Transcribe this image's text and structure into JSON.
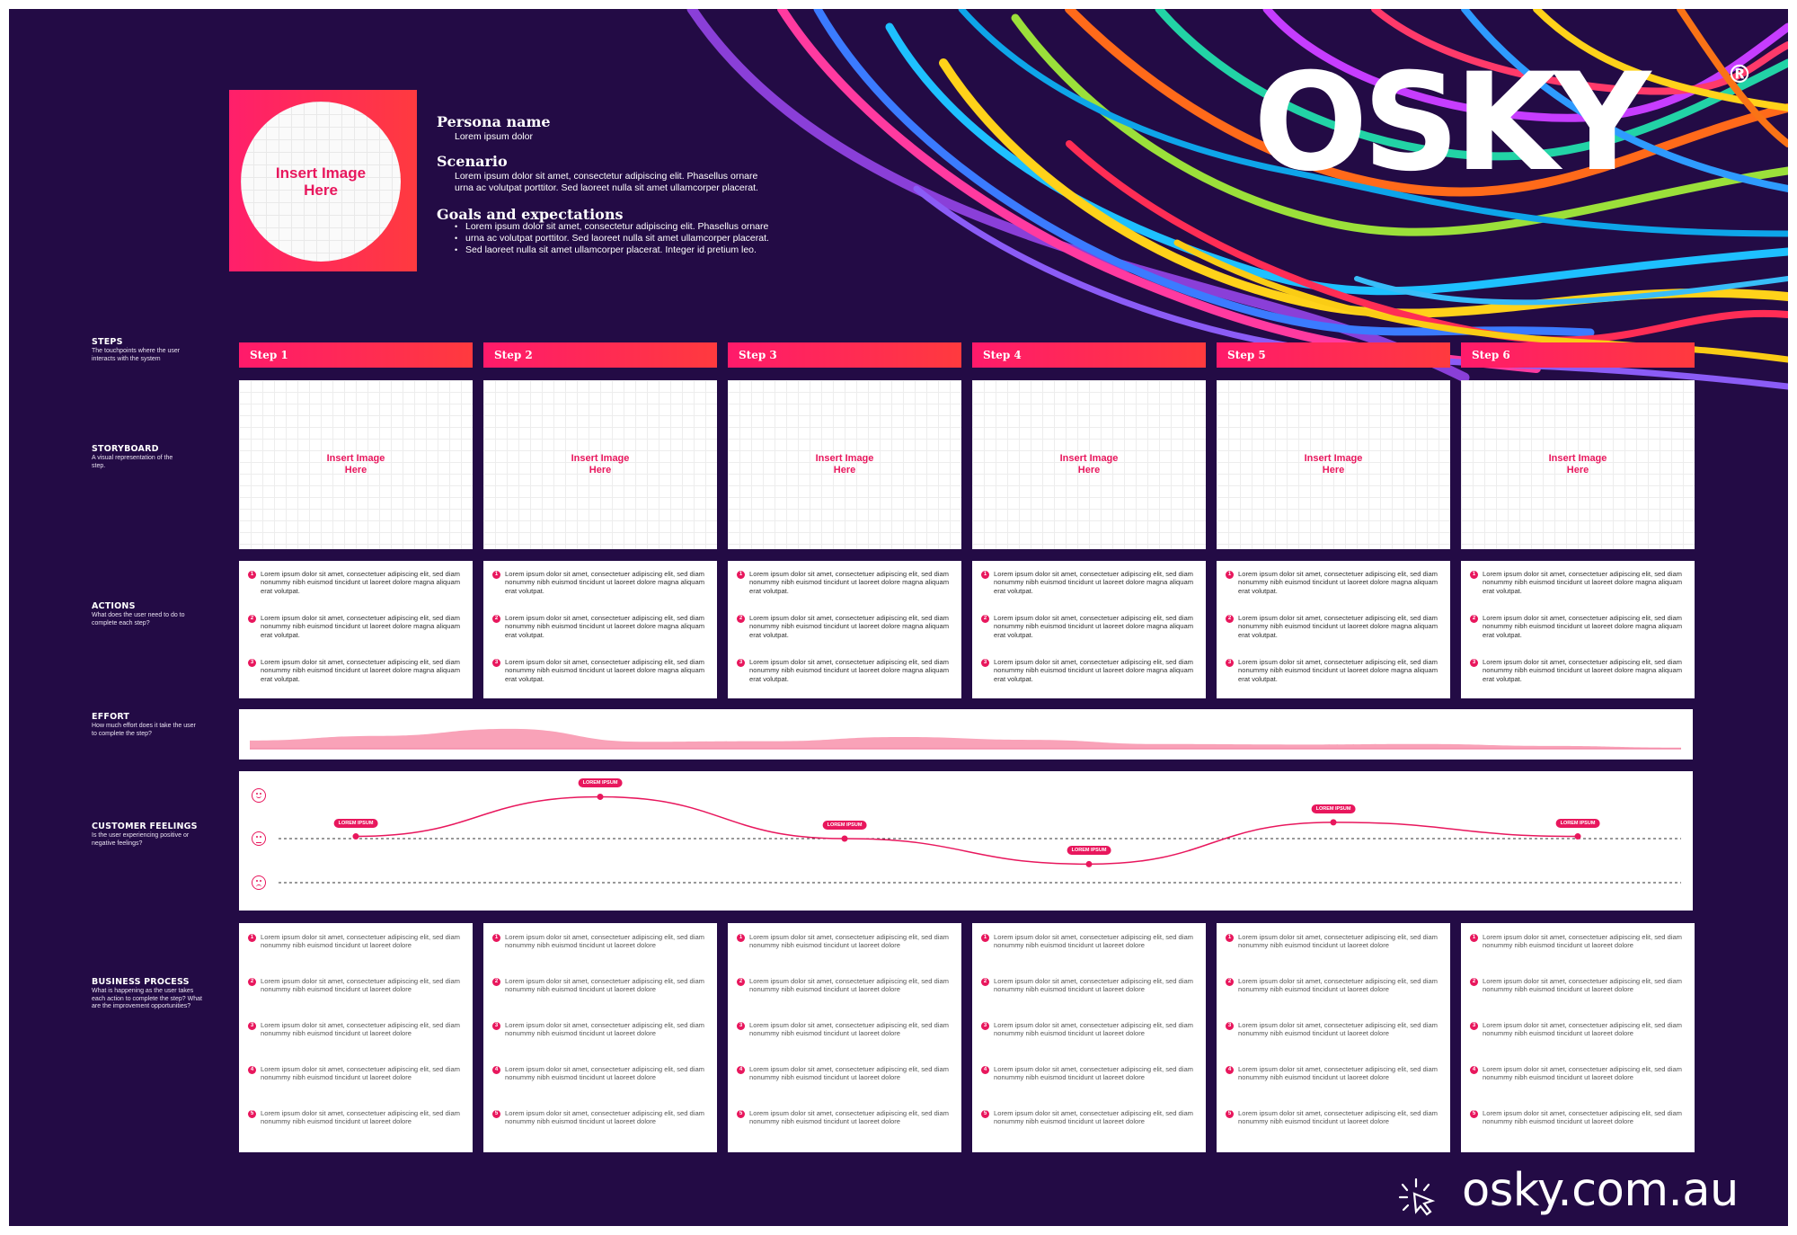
{
  "brand": {
    "logo": "OSKY",
    "registered": "®",
    "url": "osky.com.au",
    "accent": "#e8175d",
    "background": "#230b45"
  },
  "persona": {
    "image_placeholder": "Insert Image Here",
    "name_title": "Persona name",
    "name_value": "Lorem ipsum dolor",
    "scenario_title": "Scenario",
    "scenario_line1": "Lorem ipsum dolor sit amet, consectetur adipiscing elit. Phasellus ornare",
    "scenario_line2": "urna ac volutpat porttitor. Sed laoreet nulla sit amet ullamcorper placerat.",
    "goals_title": "Goals and expectations",
    "goals": [
      "Lorem ipsum dolor sit amet, consectetur adipiscing elit. Phasellus ornare",
      "urna ac volutpat porttitor. Sed laoreet nulla sit amet ullamcorper placerat.",
      "Sed laoreet nulla sit amet ullamcorper placerat. Integer id pretium leo."
    ]
  },
  "rows": {
    "steps": {
      "title": "STEPS",
      "desc": "The touchpoints where the user interacts with the system"
    },
    "storyboard": {
      "title": "STORYBOARD",
      "desc": "A visual representation of the step."
    },
    "actions": {
      "title": "ACTIONS",
      "desc": "What does the user need to do to complete each step?"
    },
    "effort": {
      "title": "EFFORT",
      "desc": "How much effort does it take the user to complete the step?"
    },
    "feelings": {
      "title": "CUSTOMER FEELINGS",
      "desc": "Is the user experiencing positive or negative feelings?"
    },
    "business": {
      "title": "BUSINESS PROCESS",
      "desc": "What is happening as the user takes each action to complete the step? What are the improvement opportunities?"
    }
  },
  "steps": [
    "Step 1",
    "Step 2",
    "Step 3",
    "Step 4",
    "Step 5",
    "Step 6"
  ],
  "storyboard_placeholder": "Insert Image Here",
  "action_texts": [
    "Lorem ipsum dolor sit amet, consectetuer adipiscing elit, sed diam nonummy nibh euismod tincidunt ut laoreet dolore magna aliquam erat volutpat.",
    "Lorem ipsum dolor sit amet, consectetuer adipiscing elit, sed diam nonummy nibh euismod tincidunt ut laoreet dolore magna aliquam erat volutpat.",
    "Lorem ipsum dolor sit amet, consectetuer adipiscing elit, sed diam nonummy nibh euismod tincidunt ut laoreet dolore magna aliquam erat volutpat."
  ],
  "action_numbers": [
    "1",
    "2",
    "3"
  ],
  "business_texts": [
    "Lorem ipsum dolor sit amet, consectetuer adipiscing elit, sed diam nonummy nibh euismod tincidunt ut laoreet dolore",
    "Lorem ipsum dolor sit amet, consectetuer adipiscing elit, sed diam nonummy nibh euismod tincidunt ut laoreet dolore",
    "Lorem ipsum dolor sit amet, consectetuer adipiscing elit, sed diam nonummy nibh euismod tincidunt ut laoreet dolore",
    "Lorem ipsum dolor sit amet, consectetuer adipiscing elit, sed diam nonummy nibh euismod tincidunt ut laoreet dolore",
    "Lorem ipsum dolor sit amet, consectetuer adipiscing elit, sed diam nonummy nibh euismod tincidunt ut laoreet dolore"
  ],
  "business_numbers": [
    "1",
    "2",
    "3",
    "4",
    "5"
  ],
  "feelings": {
    "faces": [
      "happy-face-icon",
      "neutral-face-icon",
      "sad-face-icon"
    ],
    "tag_label": "LOREM IPSUM",
    "points": [
      {
        "step": "Step 1",
        "level": 0.05
      },
      {
        "step": "Step 2",
        "level": 0.95
      },
      {
        "step": "Step 3",
        "level": 0.0
      },
      {
        "step": "Step 4",
        "level": -0.58
      },
      {
        "step": "Step 5",
        "level": 0.37
      },
      {
        "step": "Step 6",
        "level": 0.05
      }
    ]
  },
  "effort": {
    "levels": [
      0.35,
      0.55,
      0.85,
      0.3,
      0.32,
      0.5,
      0.38,
      0.2,
      0.18,
      0.2,
      0.12,
      0.05
    ]
  }
}
